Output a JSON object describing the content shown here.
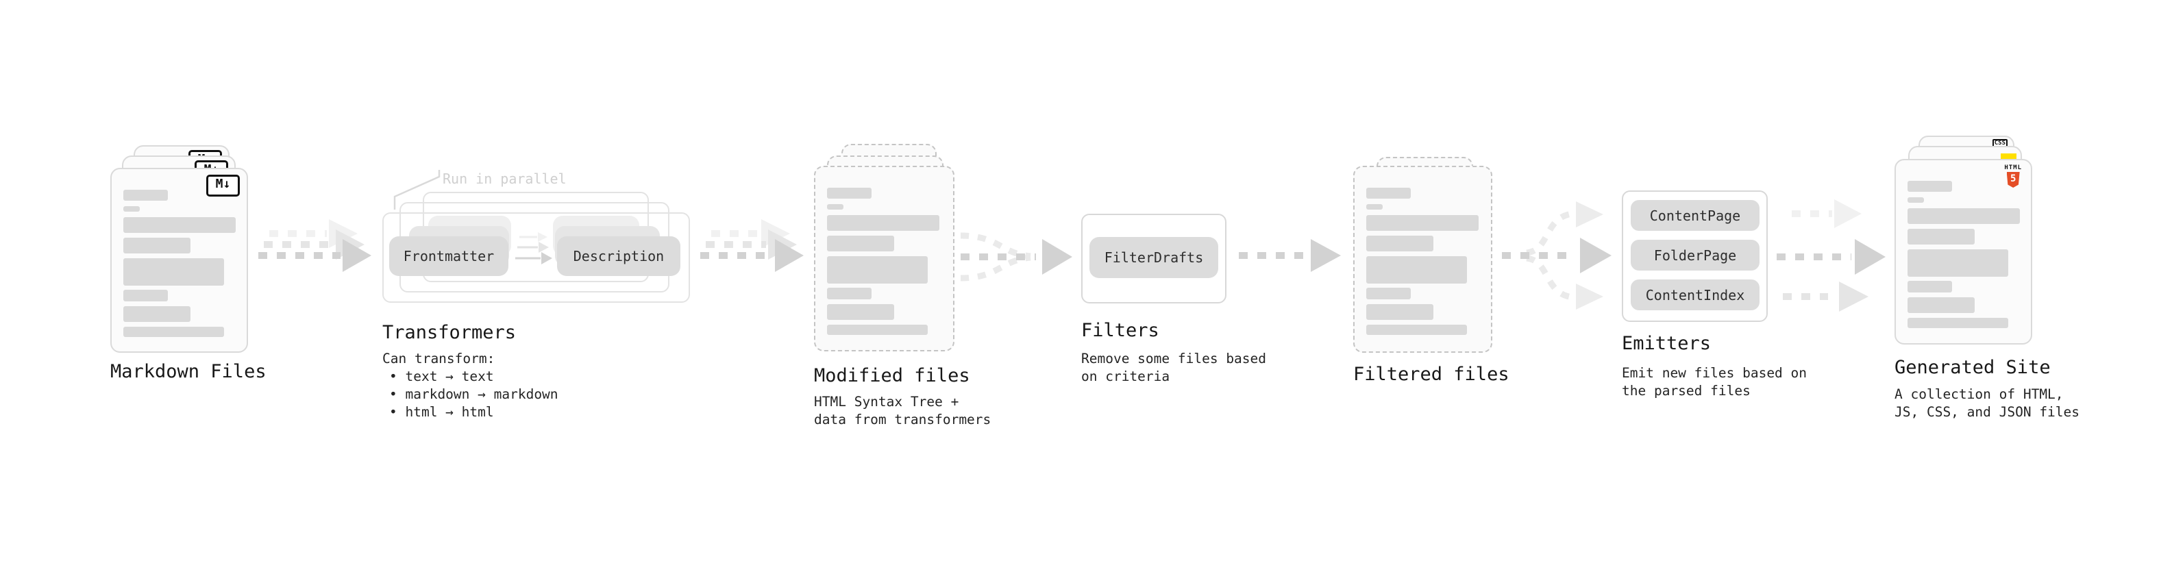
{
  "pipeline": {
    "markdown_files": {
      "label": "Markdown Files",
      "badge": "M↓"
    },
    "transformers": {
      "annotation": "Run in parallel",
      "chip_left": "Frontmatter",
      "chip_right": "Description",
      "title": "Transformers",
      "desc_heading": "Can transform:",
      "bullets": [
        "• text → text",
        "• markdown → markdown",
        "• html → html"
      ]
    },
    "modified_files": {
      "label": "Modified files",
      "desc": [
        "HTML Syntax Tree +",
        "data from transformers"
      ]
    },
    "filters": {
      "chip": "FilterDrafts",
      "title": "Filters",
      "desc": [
        "Remove some files based",
        "on criteria"
      ]
    },
    "filtered_files": {
      "label": "Filtered files"
    },
    "emitters": {
      "chips": [
        "ContentPage",
        "FolderPage",
        "ContentIndex"
      ],
      "title": "Emitters",
      "desc": [
        "Emit new files based on",
        "the parsed files"
      ]
    },
    "generated_site": {
      "label": "Generated Site",
      "desc": [
        "A collection of HTML,",
        "JS, CSS, and JSON files"
      ],
      "badge_css": "CSS",
      "badge_html_word": "HTML",
      "badge_html_number": "5"
    }
  },
  "colors": {
    "html_orange": "#e44d26",
    "js_yellow": "#ffdf00",
    "css_blue": "#2e6bf0",
    "bar_gray": "#d9d9d9",
    "arrow_gray": "#d2d2d2",
    "annotation_gray": "#cfcfcf"
  }
}
